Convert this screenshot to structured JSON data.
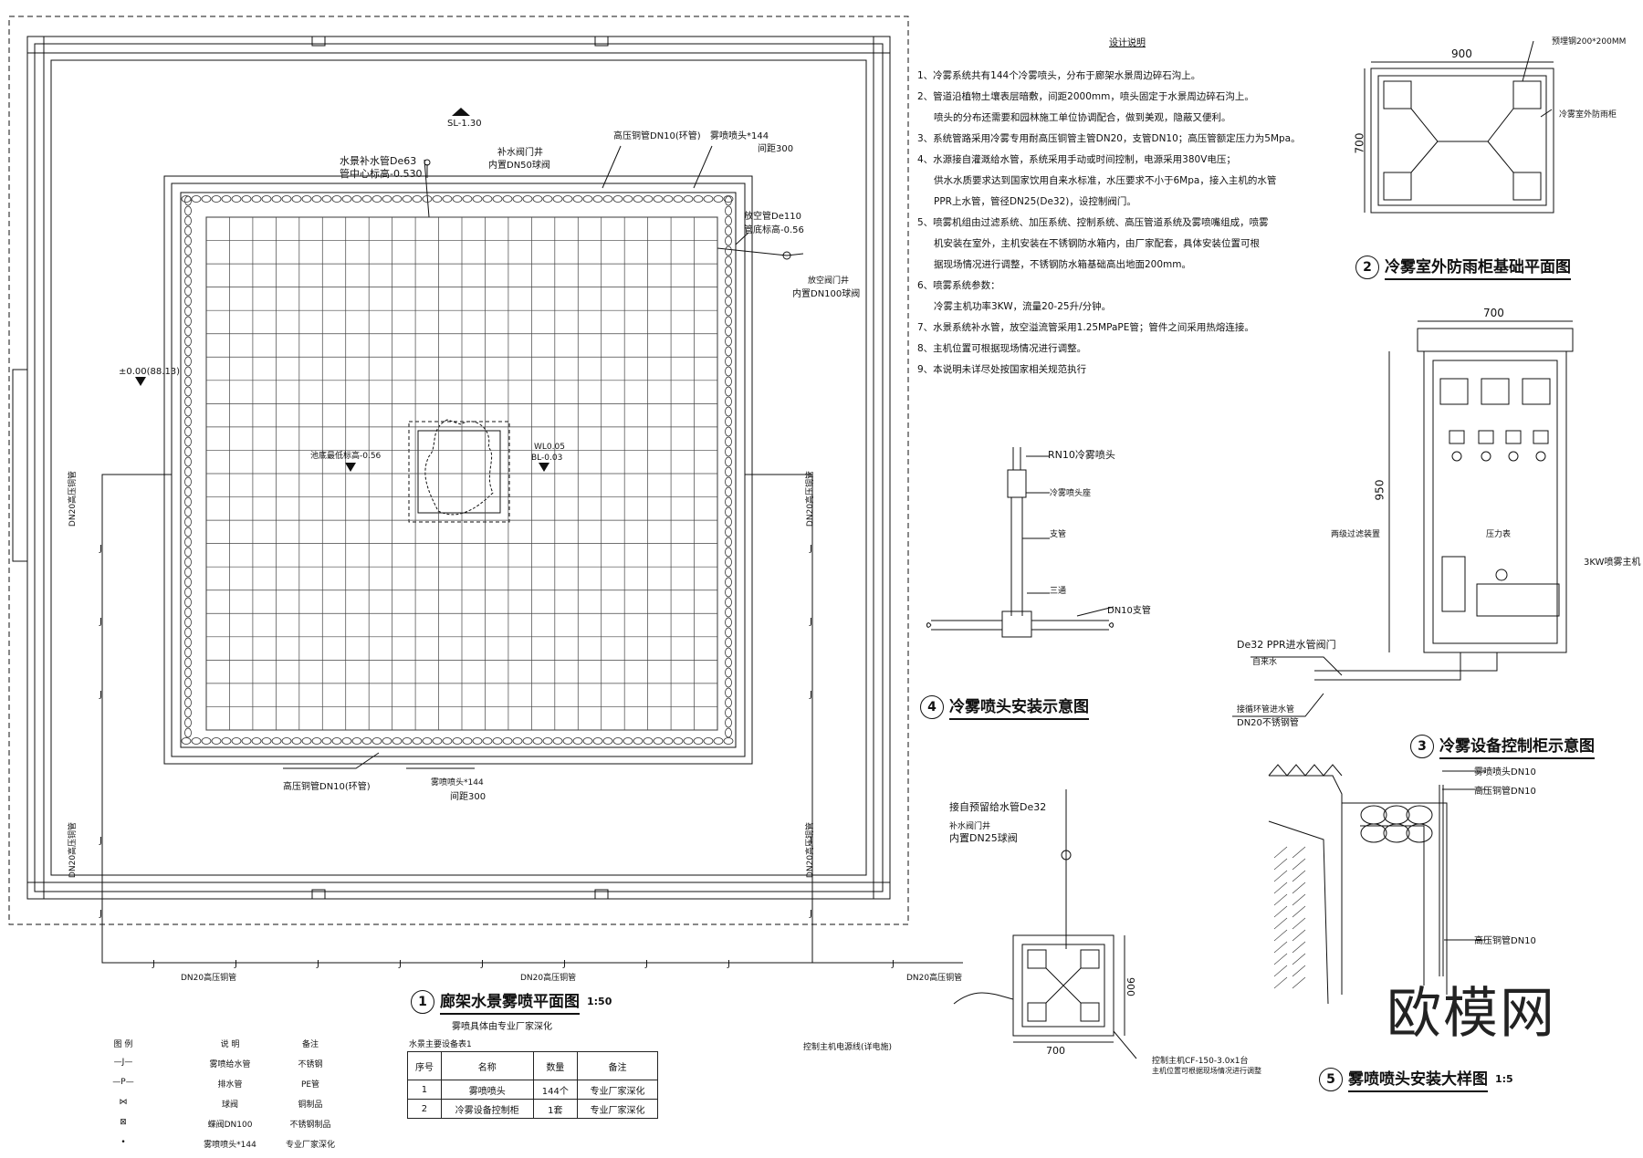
{
  "notes": {
    "title": "设计说明",
    "lines": [
      "1、冷雾系统共有144个冷雾喷头，分布于廊架水景周边碎石沟上。",
      "2、管道沿植物土壤表层暗敷，间距2000mm，喷头固定于水景周边碎石沟上。",
      "喷头的分布还需要和园林施工单位协调配合，做到美观，隐蔽又便利。",
      "3、系统管路采用冷雾专用耐高压铜管主管DN20，支管DN10；高压管额定压力为5Mpa。",
      "4、水源接自灌溉给水管，系统采用手动或时间控制，电源采用380V电压；",
      "供水水质要求达到国家饮用自来水标准，水压要求不小于6Mpa，接入主机的水管",
      "PPR上水管，管径DN25(De32)，设控制阀门。",
      "5、喷雾机组由过滤系统、加压系统、控制系统、高压管道系统及雾喷嘴组成，喷雾",
      "机安装在室外，主机安装在不锈钢防水箱内，由厂家配套，具体安装位置可根",
      "据现场情况进行调整，不锈钢防水箱基础高出地面200mm。",
      "6、喷雾系统参数：",
      "冷雾主机功率3KW，流量20-25升/分钟。",
      "7、水景系统补水管，放空溢流管采用1.25MPaPE管；管件之间采用热熔连接。",
      "8、主机位置可根据现场情况进行调整。",
      "9、本说明未详尽处按国家相关规范执行"
    ]
  },
  "titles": {
    "t1": {
      "num": "1",
      "label": "廊架水景雾喷平面图",
      "scale": "1:50",
      "sub": "雾喷具体由专业厂家深化"
    },
    "t2": {
      "num": "2",
      "label": "冷雾室外防雨柜基础平面图"
    },
    "t3": {
      "num": "3",
      "label": "冷雾设备控制柜示意图"
    },
    "t4": {
      "num": "4",
      "label": "冷雾喷头安装示意图"
    },
    "t5": {
      "num": "5",
      "label": "雾喷喷头安装大样图",
      "scale": "1:5"
    }
  },
  "plan": {
    "sl": "SL-1.30",
    "level_left": "±0.00(88.13)",
    "refill_pipe": "水景补水管De63",
    "pipe_center": "管中心标高-0.530",
    "refill_valve": "补水阀门井",
    "refill_valve_size": "内置DN50球阀",
    "hp_pipe_top": "高压铜管DN10(环管)",
    "nozzle_top": "雾喷喷头*144",
    "spacing_top": "间距300",
    "drain_pipe": "放空管De110",
    "drain_level": "管底标高-0.56",
    "drain_valve": "放空阀门井",
    "drain_valve_size": "内置DN100球阀",
    "pool_bottom": "池底最低标高-0.56",
    "wl": "WL0.05",
    "bl": "BL-0.03",
    "dn20_left": "DN20高压铜管",
    "dn20_right": "DN20高压铜管",
    "hp_pipe_bottom": "高压铜管DN10(环管)",
    "nozzle_bottom": "雾喷喷头*144",
    "spacing_bottom": "间距300",
    "dn20_b1": "DN20高压铜管",
    "dn20_b2": "DN20高压铜管",
    "dn20_b3": "DN20高压铜管",
    "j": "J"
  },
  "detail2": {
    "w": "900",
    "h": "700",
    "note1": "预埋钢200*200MM",
    "note2": "冷雾室外防雨柜"
  },
  "detail3": {
    "w": "700",
    "h": "950",
    "filter": "两级过滤装置",
    "gauge": "压力表",
    "motor": "3KW喷雾主机",
    "inlet": "De32 PPR进水管阀门",
    "tap": "自来水",
    "out1": "接循环管进水管",
    "out2": "DN20不锈钢管"
  },
  "detail4": {
    "rn": "RN10冷雾喷头",
    "seat": "冷雾喷头座",
    "branch": "支管",
    "tee": "三通",
    "dn10": "DN10支管"
  },
  "detail6": {
    "supply": "接自预留给水管De32",
    "valve": "补水阀门井",
    "valve_size": "内置DN25球阀",
    "w": "700",
    "h": "900",
    "cable": "控制主机电源线(详电施)",
    "host": "控制主机CF-150-3.0x1台",
    "host_note": "主机位置可根据现场情况进行调整"
  },
  "detail5": {
    "n1": "雾喷喷头DN10",
    "n2": "高压铜管DN10",
    "n3": "高压铜管DN10"
  },
  "table": {
    "caption": "水景主要设备表1",
    "headers": [
      "序号",
      "名称",
      "数量",
      "备注"
    ],
    "rows": [
      [
        "1",
        "雾喷喷头",
        "144个",
        "专业厂家深化"
      ],
      [
        "2",
        "冷雾设备控制柜",
        "1套",
        "专业厂家深化"
      ]
    ]
  },
  "legend": {
    "headers": [
      "图 例",
      "说 明",
      "备注"
    ],
    "rows": [
      {
        "sym": "—J—",
        "desc": "雾喷给水管",
        "note": "不锈钢"
      },
      {
        "sym": "—P—",
        "desc": "排水管",
        "note": "PE管"
      },
      {
        "sym": "⋈",
        "desc": "球阀",
        "note": "铜制品"
      },
      {
        "sym": "⊠",
        "desc": "蝶阀DN100",
        "note": "不锈钢制品"
      },
      {
        "sym": "•",
        "desc": "雾喷喷头*144",
        "note": "专业厂家深化"
      }
    ]
  },
  "watermark": "欧模网"
}
